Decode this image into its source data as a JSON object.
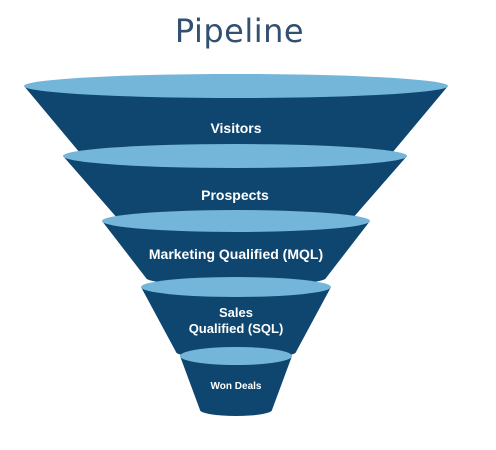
{
  "title": "Pipeline",
  "colors": {
    "body": "#0f4670",
    "top": "#74b6da",
    "title": "#32506f",
    "label": "#ffffff"
  },
  "stages": [
    {
      "lines": [
        "Visitors"
      ]
    },
    {
      "lines": [
        "Prospects"
      ]
    },
    {
      "lines": [
        "Marketing Qualified (MQL)"
      ]
    },
    {
      "lines": [
        "Sales",
        "Qualified (SQL)"
      ]
    },
    {
      "lines": [
        "Won Deals"
      ]
    }
  ]
}
